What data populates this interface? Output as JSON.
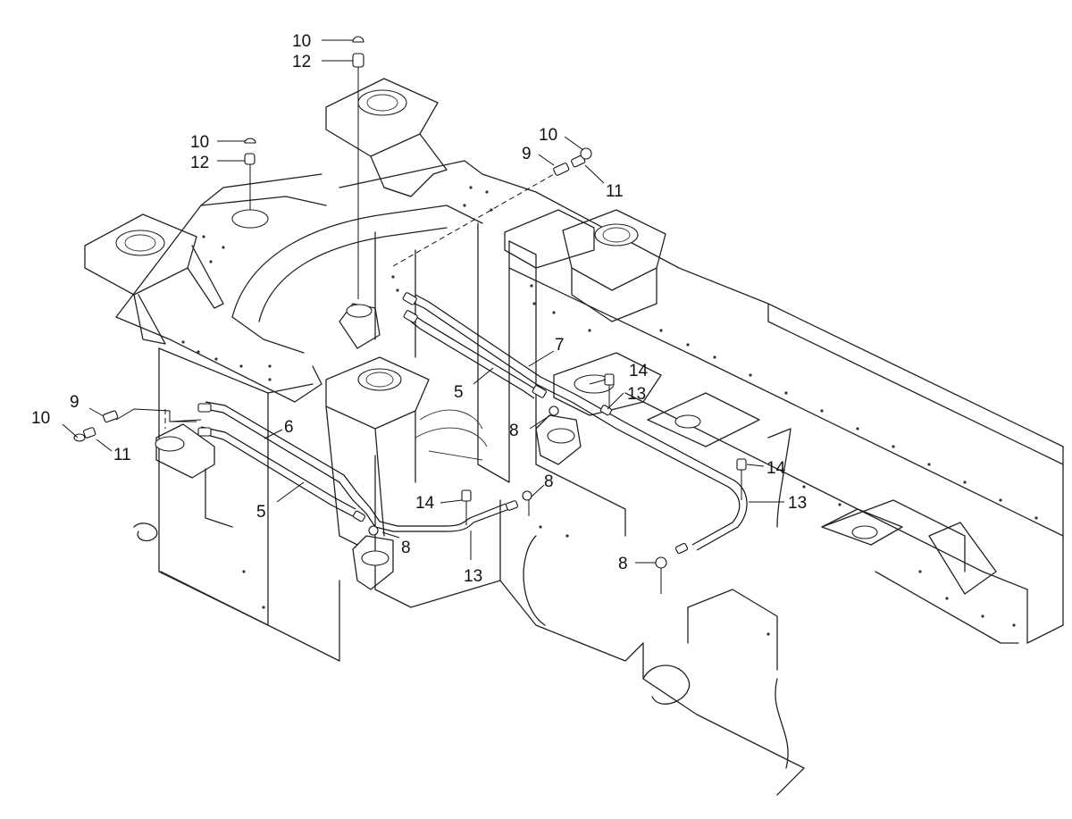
{
  "callouts": [
    {
      "label": "10"
    },
    {
      "label": "12"
    },
    {
      "label": "10"
    },
    {
      "label": "12"
    },
    {
      "label": "10"
    },
    {
      "label": "9"
    },
    {
      "label": "11"
    },
    {
      "label": "7"
    },
    {
      "label": "5"
    },
    {
      "label": "14"
    },
    {
      "label": "13"
    },
    {
      "label": "9"
    },
    {
      "label": "10"
    },
    {
      "label": "11"
    },
    {
      "label": "6"
    },
    {
      "label": "5"
    },
    {
      "label": "8"
    },
    {
      "label": "8"
    },
    {
      "label": "14"
    },
    {
      "label": "8"
    },
    {
      "label": "13"
    },
    {
      "label": "14"
    },
    {
      "label": "13"
    },
    {
      "label": "8"
    }
  ]
}
